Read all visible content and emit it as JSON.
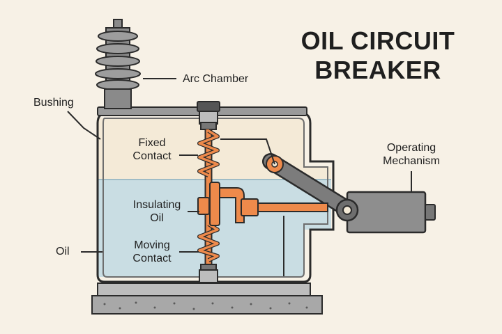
{
  "title": {
    "line1": "OIL CIRCUIT",
    "line2": "BREAKER"
  },
  "labels": {
    "arc_chamber": "Arc Chamber",
    "bushing": "Bushing",
    "fixed_contact": [
      "Fixed",
      "Contact"
    ],
    "insulating_oil": [
      "Insulating",
      "Oil"
    ],
    "moving_contact": [
      "Moving",
      "Contact"
    ],
    "oil": "Oil",
    "operating_mechanism": [
      "Operating",
      "Mechanism"
    ]
  },
  "colors": {
    "background": "#f7f1e6",
    "oil": "#c9dde3",
    "tank_top": "#f4ead7",
    "metal": "#8a8a8a",
    "metal_dark": "#555555",
    "contact_orange": "#ee8a4b",
    "outline": "#2b2b2b"
  }
}
